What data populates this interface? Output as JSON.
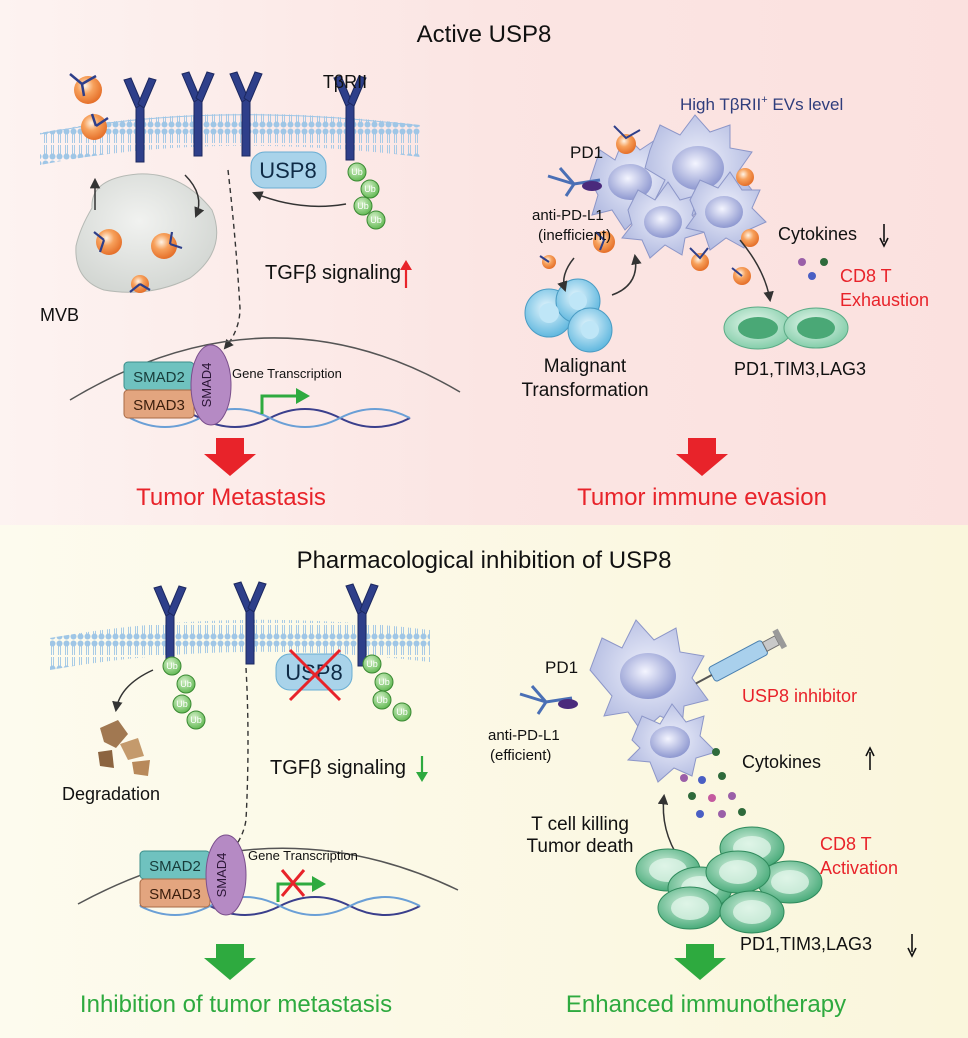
{
  "top_panel": {
    "title": "Active USP8",
    "receptor_label": "TβRII",
    "usp8_label": "USP8",
    "ub_label": "Ub",
    "mvb_label": "MVB",
    "tgfb_text": "TGFβ signaling",
    "smad2": "SMAD2",
    "smad3": "SMAD3",
    "smad4": "SMAD4",
    "gene_transcription": "Gene Transcription",
    "outcome_left": "Tumor Metastasis",
    "ev_level_main": "High TβRII",
    "ev_level_sup": "+",
    "ev_level_tail": " EVs level",
    "pd1": "PD1",
    "anti_pdl1": "anti-PD-L1",
    "anti_pdl1_note": "(inefficient)",
    "cytokines": "Cytokines",
    "cd8_line1": "CD8 T",
    "cd8_line2": "Exhaustion",
    "malignant_line1": "Malignant",
    "malignant_line2": "Transformation",
    "markers": "PD1,TIM3,LAG3",
    "outcome_right": "Tumor immune evasion"
  },
  "bottom_panel": {
    "title": "Pharmacological inhibition of USP8",
    "usp8_label": "USP8",
    "ub_label": "Ub",
    "degradation": "Degradation",
    "tgfb_text": "TGFβ signaling",
    "smad2": "SMAD2",
    "smad3": "SMAD3",
    "smad4": "SMAD4",
    "gene_transcription": "Gene Transcription",
    "outcome_left": "Inhibition of tumor metastasis",
    "pd1": "PD1",
    "anti_pdl1": "anti-PD-L1",
    "anti_pdl1_note": "(efficient)",
    "inhibitor": "USP8 inhibitor",
    "cytokines": "Cytokines",
    "tcell_line1": "T cell killing",
    "tcell_line2": "Tumor death",
    "cd8_line1": "CD8 T",
    "cd8_line2": "Activation",
    "markers": "PD1,TIM3,LAG3",
    "outcome_right": "Enhanced immunotherapy"
  },
  "colors": {
    "top_bg": "#fbe9e6",
    "bottom_bg": "#fbf8e3",
    "red_text": "#e8232a",
    "green_text": "#2eaa3f",
    "navy_text": "#2f3d7c",
    "receptor": "#2e3f8a",
    "usp8_box": "#a9d3ea",
    "ub": "#8ccf7b",
    "tumor_cell": "#c6cdea",
    "tcell_exhausted": "#8fd3b4",
    "tcell_active": "#52b784",
    "malignant": "#8dcdea"
  }
}
